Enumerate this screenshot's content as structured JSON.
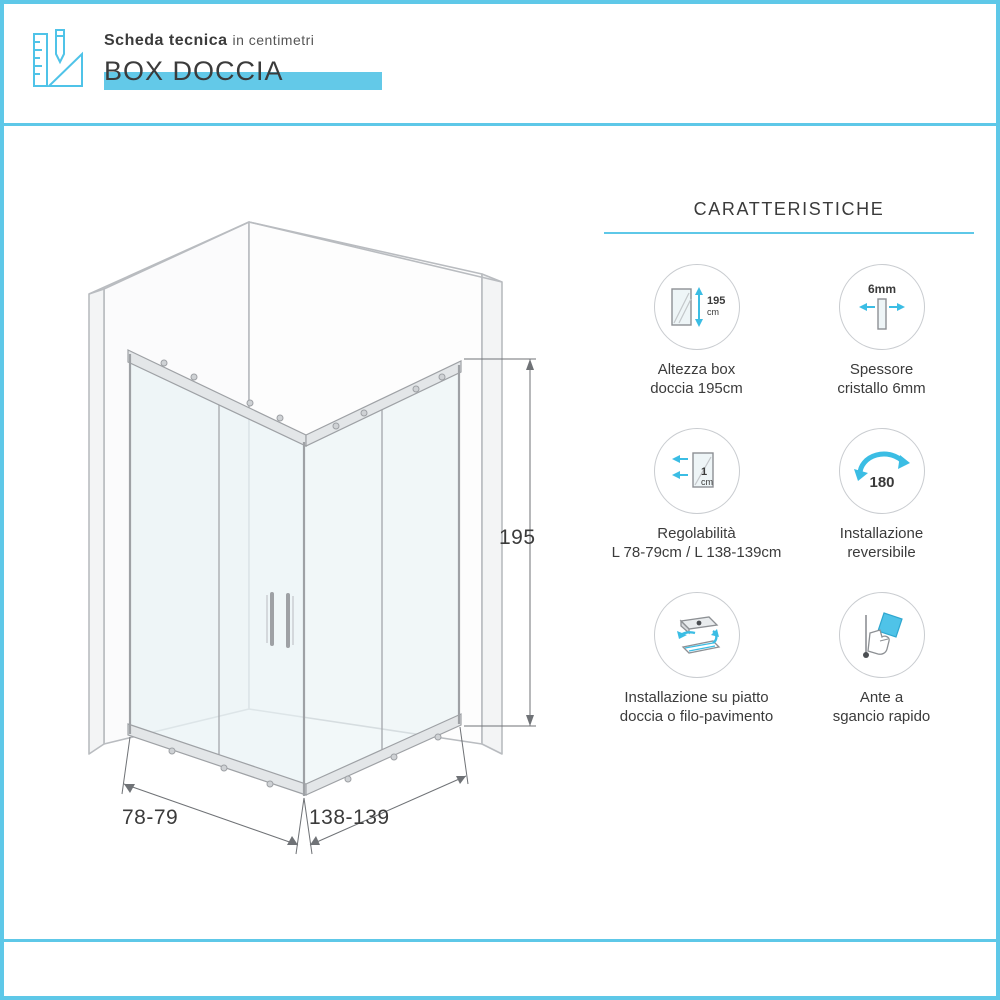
{
  "header": {
    "title_main": "Scheda tecnica",
    "title_sub": "in centimetri",
    "title_big": "BOX DOCCIA",
    "icon": "ruler-pencil-icon",
    "accent_color": "#5ec8e8"
  },
  "drawing": {
    "name": "shower-enclosure-technical-drawing",
    "dimensions": {
      "height_label": "195",
      "depth_label": "78-79",
      "width_label": "138-139"
    }
  },
  "features": {
    "title": "CARATTERISTICHE",
    "items": [
      {
        "icon": "glass-height-icon",
        "badge": "195",
        "badge_unit": "cm",
        "caption_line1": "Altezza box",
        "caption_line2": "doccia 195cm"
      },
      {
        "icon": "glass-thickness-icon",
        "badge": "6mm",
        "caption_line1": "Spessore",
        "caption_line2": "cristallo 6mm"
      },
      {
        "icon": "adjustability-icon",
        "badge": "1",
        "badge_unit": "cm",
        "caption_line1": "Regolabilità",
        "caption_line2": "L 78-79cm / L 138-139cm"
      },
      {
        "icon": "reversible-180-icon",
        "badge": "180",
        "caption_line1": "Installazione",
        "caption_line2": "reversibile"
      },
      {
        "icon": "shower-tray-floor-icon",
        "badge": "",
        "caption_line1": "Installazione su piatto",
        "caption_line2": "doccia o filo-pavimento"
      },
      {
        "icon": "quick-release-door-icon",
        "badge": "",
        "caption_line1": "Ante a",
        "caption_line2": "sgancio rapido"
      }
    ]
  }
}
